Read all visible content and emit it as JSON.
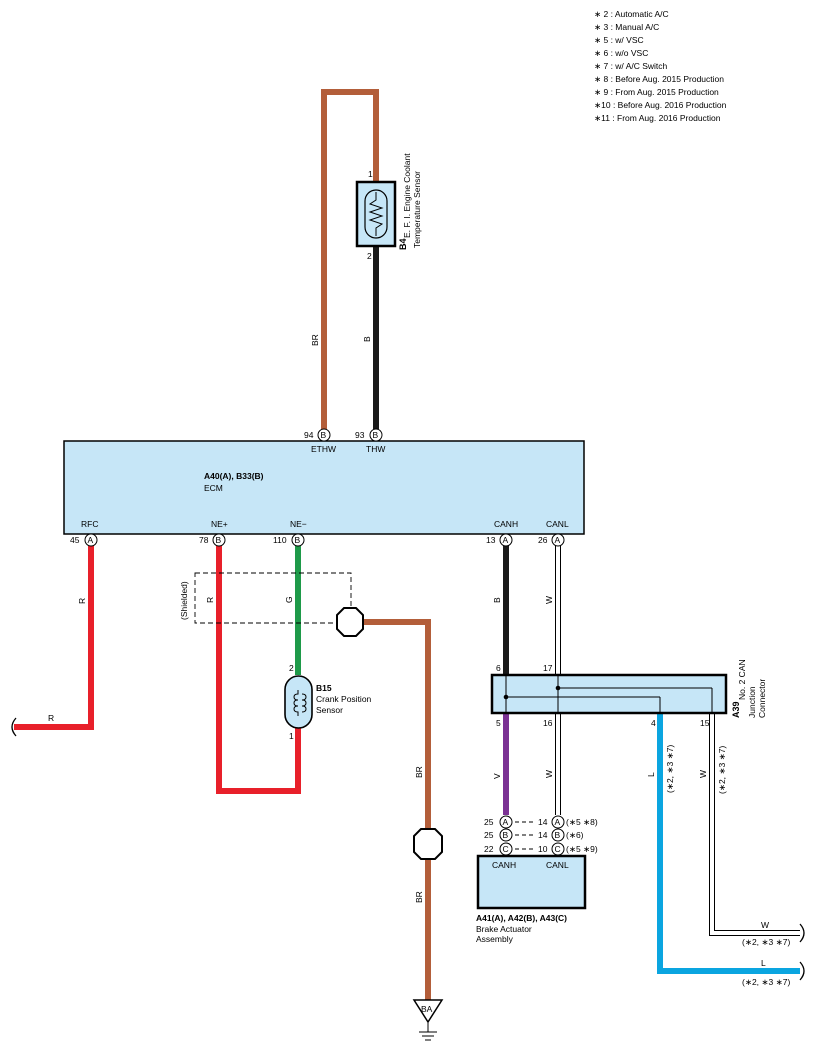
{
  "legend": [
    "∗ 2 : Automatic A/C",
    "∗ 3 : Manual A/C",
    "∗ 5 : w/ VSC",
    "∗ 6 : w/o VSC",
    "∗ 7 : w/ A/C Switch",
    "∗ 8 : Before Aug.  2015 Production",
    "∗ 9 : From Aug.  2015 Production",
    "∗10 : Before Aug.  2016 Production",
    "∗11 : From Aug.  2016 Production"
  ],
  "colors": {
    "BR": "#b35e3a",
    "B": "#1a1a1a",
    "R": "#e8202a",
    "G": "#1e9a49",
    "V": "#7b3294",
    "L": "#0aa5e0",
    "W": "#ffffff",
    "box": "#c6e6f7"
  },
  "sensor_b4": {
    "code": "B4",
    "name_line1": "E. F. I. Engine Coolant",
    "name_line2": "Temperature Sensor",
    "pin_top": "1",
    "pin_bottom": "2"
  },
  "ecm": {
    "codes": "A40(A), B33(B)",
    "name": "ECM",
    "top_pins": [
      {
        "num": "94",
        "conn": "B",
        "label": "ETHW"
      },
      {
        "num": "93",
        "conn": "B",
        "label": "THW"
      }
    ],
    "bottom_pins": [
      {
        "num": "45",
        "conn": "A",
        "label": "RFC"
      },
      {
        "num": "78",
        "conn": "B",
        "label": "NE+"
      },
      {
        "num": "110",
        "conn": "B",
        "label": "NE−"
      },
      {
        "num": "13",
        "conn": "A",
        "label": "CANH"
      },
      {
        "num": "26",
        "conn": "A",
        "label": "CANL"
      }
    ]
  },
  "shielded_label": "(Shielded)",
  "sensor_b15": {
    "code": "B15",
    "name_line1": "Crank Position",
    "name_line2": "Sensor",
    "pin_top": "2",
    "pin_bottom": "1"
  },
  "junction_a39": {
    "code": "A39",
    "name_line1": "No. 2 CAN",
    "name_line2": "Junction",
    "name_line3": "Connector",
    "pins_top": [
      "6",
      "17"
    ],
    "pins_bottom": [
      "5",
      "16",
      "4",
      "15"
    ]
  },
  "brake": {
    "codes": "A41(A), A42(B), A43(C)",
    "name_line1": "Brake Actuator",
    "name_line2": "Assembly",
    "canh": "CANH",
    "canl": "CANL",
    "rows": [
      {
        "left_num": "25",
        "left_conn": "A",
        "right_num": "14",
        "right_conn": "A",
        "note": "(∗5 ∗8)"
      },
      {
        "left_num": "25",
        "left_conn": "B",
        "right_num": "14",
        "right_conn": "B",
        "note": "(∗6)"
      },
      {
        "left_num": "22",
        "left_conn": "C",
        "right_num": "10",
        "right_conn": "C",
        "note": "(∗5 ∗9)"
      }
    ]
  },
  "wire_labels": {
    "br_top": "BR",
    "b_top": "B",
    "r_left": "R",
    "r_bottom": "R",
    "r_shield": "R",
    "g": "G",
    "b_can": "B",
    "w_can": "W",
    "v": "V",
    "w_brake": "W",
    "l_vert": "L",
    "l_vert_note": "(∗2, ∗3 ∗7)",
    "w_vert": "W",
    "w_vert_note": "(∗2, ∗3 ∗7)",
    "br_mid": "BR",
    "br_low": "BR",
    "w_out": "W",
    "w_out_note": "(∗2, ∗3 ∗7)",
    "l_out": "L",
    "l_out_note": "(∗2, ∗3 ∗7)"
  },
  "ground": {
    "label": "BA"
  }
}
